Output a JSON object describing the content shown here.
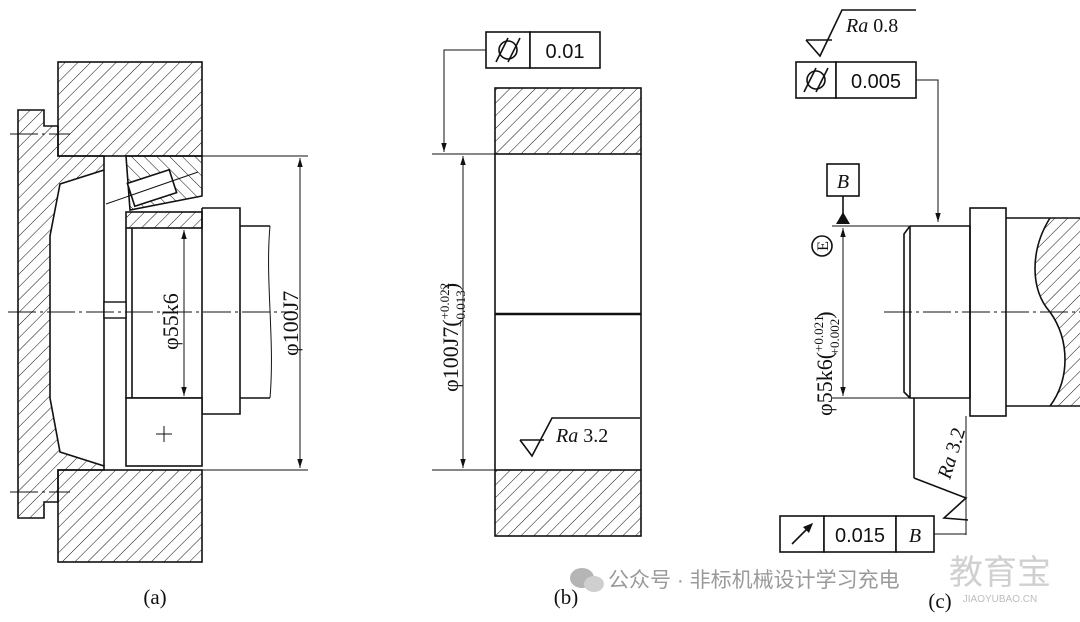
{
  "colors": {
    "line": "#111111",
    "background": "#ffffff",
    "watermark": "#9a9a9a",
    "watermark_brand": "#c8c8c8"
  },
  "fig_a": {
    "caption": "(a)",
    "dim_bore": "φ100J7",
    "dim_shaft": "φ55k6"
  },
  "fig_b": {
    "caption": "(b)",
    "tol_symbol": "cylindricity-icon",
    "tol_value": "0.01",
    "dim_base": "φ100J7",
    "dim_upper": "+0.022",
    "dim_lower": "−0.013",
    "roughness_prefix": "Ra",
    "roughness_value": "3.2"
  },
  "fig_c": {
    "caption": "(c)",
    "roughness_top_prefix": "Ra",
    "roughness_top_value": "0.8",
    "tol_symbol": "cylindricity-icon",
    "tol_value": "0.005",
    "datum_label": "B",
    "dim_base": "φ55k6",
    "dim_upper": "+0.021",
    "dim_lower": "+0.002",
    "envelope": "E",
    "roughness_side_prefix": "Ra",
    "roughness_side_value": "3.2",
    "runout_symbol": "circular-runout-icon",
    "runout_value": "0.015",
    "runout_datum": "B"
  },
  "watermark": {
    "text": "公众号 · 非标机械设计学习充电",
    "brand_text": "教育宝",
    "brand_url": "JIAOYUBAO.CN"
  }
}
